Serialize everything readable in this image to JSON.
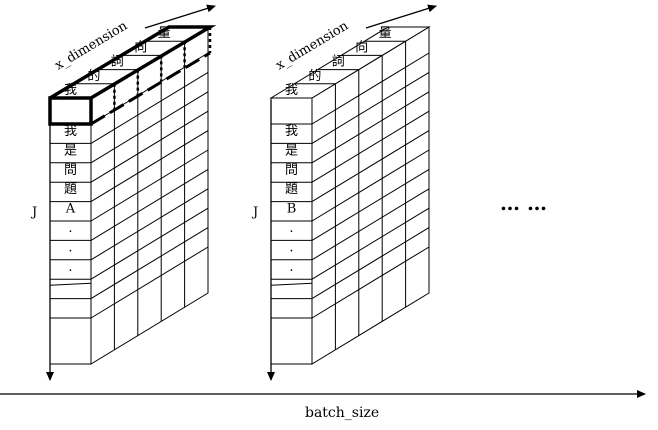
{
  "diagram": {
    "axes": {
      "x_dimension_label": "x_dimension",
      "j_label": "J",
      "batch_label": "batch_size",
      "continuation": "… …"
    },
    "blocks": [
      {
        "top_tokens": [
          "我",
          "的",
          "詞",
          "向",
          "量"
        ],
        "column_tokens": [
          "我",
          "是",
          "問",
          "題",
          "A",
          ".",
          ".",
          "."
        ],
        "highlighted": true
      },
      {
        "top_tokens": [
          "我",
          "的",
          "詞",
          "向",
          "量"
        ],
        "column_tokens": [
          "我",
          "是",
          "問",
          "題",
          "B",
          ".",
          ".",
          "."
        ],
        "highlighted": false
      }
    ]
  }
}
